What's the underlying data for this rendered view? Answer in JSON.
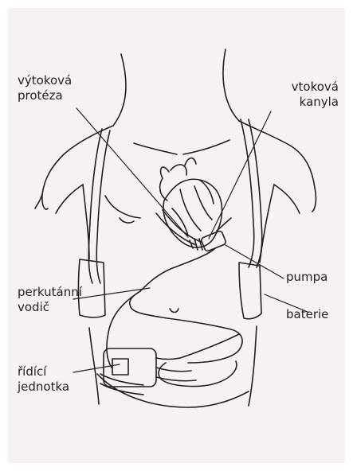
{
  "labels": {
    "outflow_graft": "výtoková\nprotéza",
    "inflow_cannula": "vtoková\nkanyla",
    "pump": "pumpa",
    "driveline": "perkutánní\nvodič",
    "battery": "baterie",
    "controller": "řídící\njednotka"
  },
  "colors": {
    "background": "#f7f1f4",
    "line": "#231f20"
  }
}
